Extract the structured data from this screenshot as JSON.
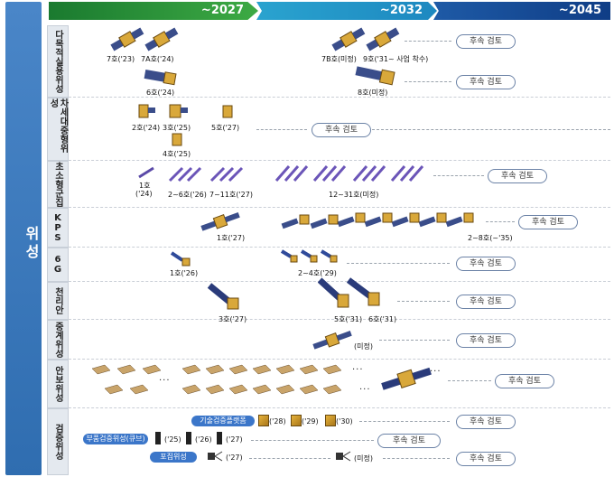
{
  "side_title": "위성",
  "timeline": [
    "~2027",
    "~2032",
    "~2045"
  ],
  "categories": {
    "multi": "다목적실용위성",
    "next": "차세대중형위성",
    "micro": "초소형군집",
    "kps": "KPS",
    "sixg": "6G",
    "cheollian": "천리안",
    "relay": "중계위성",
    "security": "안보위성",
    "verify": "검증위성"
  },
  "follow_up": "후속 검토",
  "labels": {
    "m1": "7호('23)",
    "m2": "7A호('24)",
    "m3": "7B호(미정)",
    "m4": "9호('31~ 사업 착수)",
    "m5": "6호('24)",
    "m6": "8호(미정)",
    "n1": "2호('24)",
    "n2": "3호('25)",
    "n3": "5호('27)",
    "n4": "4호('25)",
    "c1": "1호",
    "c1b": "('24)",
    "c2": "2~6호('26)",
    "c3": "7~11호('27)",
    "c4": "12~31호(미정)",
    "k1": "1호('27)",
    "k2": "2~8호(~'35)",
    "s1": "1호('26)",
    "s2": "2~4호('29)",
    "ch1": "3호('27)",
    "ch2": "5호('31)",
    "ch3": "6호('31)",
    "r1": "(미정)",
    "v1": "기술검증플랫폼",
    "v1a": "('28)",
    "v1b": "('29)",
    "v1c": "('30)",
    "v2": "부품검증위성(큐브)",
    "v2a": "('25)",
    "v2b": "('26)",
    "v2c": "('27)",
    "v3": "포집위성",
    "v3a": "('27)",
    "v3b": "(미정)"
  }
}
